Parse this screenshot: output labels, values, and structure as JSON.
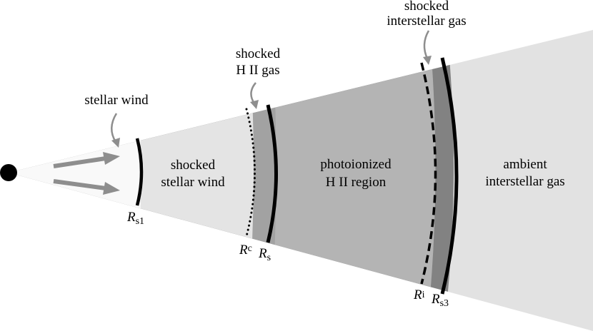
{
  "colors": {
    "wind_zone": "#f9f9f9",
    "shocked_wind": "#e4e4e4",
    "shocked_hii": "#a2a2a2",
    "hii_region": "#b4b4b4",
    "shocked_ism": "#828282",
    "ambient": "#e2e2e2",
    "arrows": "#8e8e8e",
    "outline": "#000000"
  },
  "labels": {
    "stellar_wind": "stellar wind",
    "shocked_stellar_wind_1": "shocked",
    "shocked_stellar_wind_2": "stellar wind",
    "shocked_hii_gas_1": "shocked",
    "shocked_hii_gas_2": "H II gas",
    "photoionized_1": "photoionized",
    "photoionized_2": "H II region",
    "shocked_interstellar_1": "shocked",
    "shocked_interstellar_2": "interstellar gas",
    "ambient_1": "ambient",
    "ambient_2": "interstellar gas"
  },
  "radii": {
    "rs1": {
      "main": "R",
      "sub": "s1"
    },
    "rc": {
      "main": "R",
      "sub": "c"
    },
    "rs": {
      "main": "R",
      "sub": "s"
    },
    "ri": {
      "main": "R",
      "sub": "i"
    },
    "rs3": {
      "main": "R",
      "sub": "s3"
    }
  }
}
